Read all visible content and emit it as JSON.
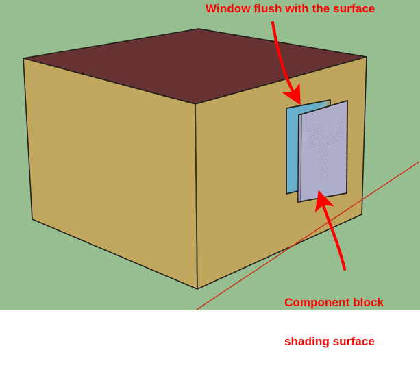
{
  "diagram": {
    "title": "Window flush with the surface diagram",
    "background_color": "#97be90",
    "annotations": [
      {
        "id": "window-flush",
        "text": "Window flush with the surface",
        "color": "#ff0000",
        "arrow": "curved red arrow pointing down-right to the window pane"
      },
      {
        "id": "component-block",
        "text": "Component block\nshading surface",
        "line1": "Component block",
        "line2": "shading surface",
        "color": "#ff0000",
        "arrow": "curved red arrow pointing up-left to the shading panel"
      }
    ],
    "building": {
      "name": "rectangular box building",
      "roof_color": "#663233",
      "wall_left_color": "#c2a85e",
      "wall_right_color": "#bfa65c",
      "outline_color": "#22201a"
    },
    "window_pane": {
      "name": "window flush with surface",
      "color": "#64adca",
      "outline_color": "#22201a"
    },
    "shading_panel": {
      "name": "component block shading surface",
      "color": "#afaecb",
      "texture": "dotted hatch",
      "outline_color": "#22201a"
    },
    "ground_line": {
      "name": "red ground reference line",
      "color": "#dd2222"
    }
  }
}
